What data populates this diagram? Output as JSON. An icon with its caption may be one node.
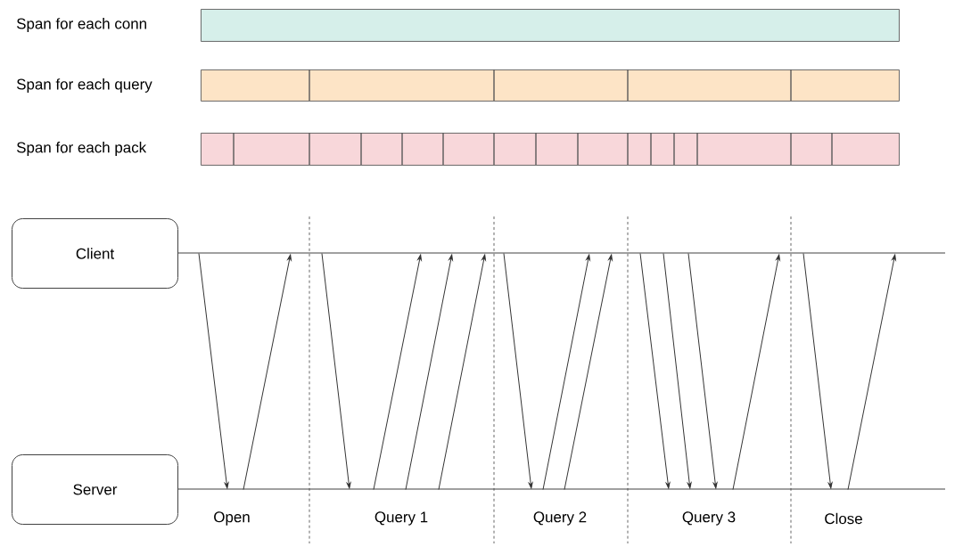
{
  "diagram": {
    "nodes": [
      {
        "text": [],
        "shape": "bar",
        "beside": [
          "Span for each conn"
        ]
      },
      {
        "text": [],
        "shape": "bar",
        "beside": [
          "Span for each query"
        ]
      },
      {
        "text": [],
        "shape": "bar",
        "beside": [
          "Span for each pack"
        ]
      },
      {
        "text": [
          "Client"
        ]
      },
      {
        "text": [
          "Server"
        ]
      }
    ],
    "edges": [
      {
        "from": 3,
        "to": 4,
        "arrow": "to"
      },
      {
        "from": 4,
        "to": 3,
        "arrow": "to"
      },
      {
        "from": 3,
        "to": 4,
        "arrow": "to"
      },
      {
        "from": 4,
        "to": 3,
        "arrow": "to"
      },
      {
        "from": 4,
        "to": 3,
        "arrow": "to"
      },
      {
        "from": 4,
        "to": 3,
        "arrow": "to"
      },
      {
        "from": 3,
        "to": 4,
        "arrow": "to"
      },
      {
        "from": 4,
        "to": 3,
        "arrow": "to"
      },
      {
        "from": 4,
        "to": 3,
        "arrow": "to"
      },
      {
        "from": 3,
        "to": 4,
        "arrow": "to"
      },
      {
        "from": 3,
        "to": 4,
        "arrow": "to"
      },
      {
        "from": 3,
        "to": 4,
        "arrow": "to"
      },
      {
        "from": 4,
        "to": 3,
        "arrow": "to"
      },
      {
        "from": 3,
        "to": 4,
        "arrow": "to"
      },
      {
        "from": 4,
        "to": 3,
        "arrow": "to"
      }
    ],
    "labels": [
      "Open",
      "Query 1",
      "Query 2",
      "Query 3",
      "Close"
    ]
  }
}
